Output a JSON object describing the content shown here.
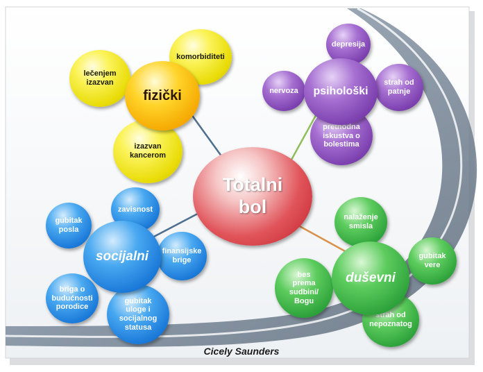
{
  "center": {
    "label": "Totalni\nbol",
    "color": "#d9343c"
  },
  "groups": {
    "physical": {
      "label": "fizički",
      "color": "#f2dd0a",
      "items": [
        "lečenjem\nizazvan",
        "komorbiditeti",
        "izazvan\nkancerom"
      ]
    },
    "psychological": {
      "label": "psihološki",
      "color": "#8a4bbf",
      "items": [
        "depresija",
        "nervoza",
        "strah od\npatnje",
        "prethodna\niskustva o\nbolestima"
      ]
    },
    "social": {
      "label": "socijalni",
      "color": "#1e82dc",
      "items": [
        "zavisnost",
        "gubitak\nposla",
        "finansijske\nbrige",
        "briga o\nbudućnosti\nporodice",
        "gubitak\nuloge i\nsocijalnog\nstatusa"
      ]
    },
    "spiritual": {
      "label": "duševni",
      "color": "#35a843",
      "items": [
        "nalaženje\nsmisla",
        "gubitak\nvere",
        "bes\nprema\nsudbini/\nBogu",
        "strah od\nnepoznatog"
      ]
    }
  },
  "author": "Cicely Saunders"
}
